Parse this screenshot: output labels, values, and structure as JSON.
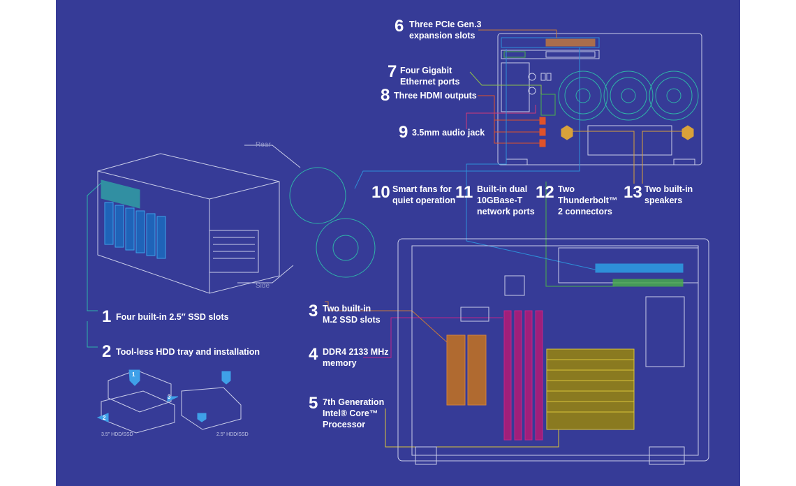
{
  "colors": {
    "background": "#363b97",
    "line": "#c9cde9",
    "fan": "#2fb3a8",
    "memory": "#c0268a",
    "cpu": "#d9c43a",
    "ssd": "#c87a3a",
    "pcie": "#2e8fd8",
    "hdmi": "#e0522a"
  },
  "views": {
    "rear": "Rear",
    "side": "Side"
  },
  "features": [
    {
      "num": "1",
      "lines": [
        "Four built-in 2.5″ SSD slots"
      ]
    },
    {
      "num": "2",
      "lines": [
        "Tool-less HDD tray and installation"
      ]
    },
    {
      "num": "3",
      "lines": [
        "Two built-in",
        "M.2 SSD slots"
      ]
    },
    {
      "num": "4",
      "lines": [
        "DDR4 2133 MHz",
        "memory"
      ]
    },
    {
      "num": "5",
      "lines": [
        "7th Generation",
        "Intel® Core™",
        "Processor"
      ]
    },
    {
      "num": "6",
      "lines": [
        "Three PCIe Gen.3",
        "expansion slots"
      ]
    },
    {
      "num": "7",
      "lines": [
        "Four Gigabit",
        "Ethernet ports"
      ]
    },
    {
      "num": "8",
      "lines": [
        "Three HDMI outputs"
      ]
    },
    {
      "num": "9",
      "lines": [
        "3.5mm audio jack"
      ]
    },
    {
      "num": "10",
      "lines": [
        "Smart fans for",
        "quiet operation"
      ]
    },
    {
      "num": "11",
      "lines": [
        "Built-in dual",
        "10GBase-T",
        "network ports"
      ]
    },
    {
      "num": "12",
      "lines": [
        "Two",
        "Thunderbolt™",
        "2 connectors"
      ]
    },
    {
      "num": "13",
      "lines": [
        "Two built-in",
        "speakers"
      ]
    }
  ],
  "tray": {
    "label_35": "3.5\" HDD/SSD",
    "label_25": "2.5\" HDD/SSD",
    "steps": [
      "1",
      "2",
      "3"
    ]
  }
}
